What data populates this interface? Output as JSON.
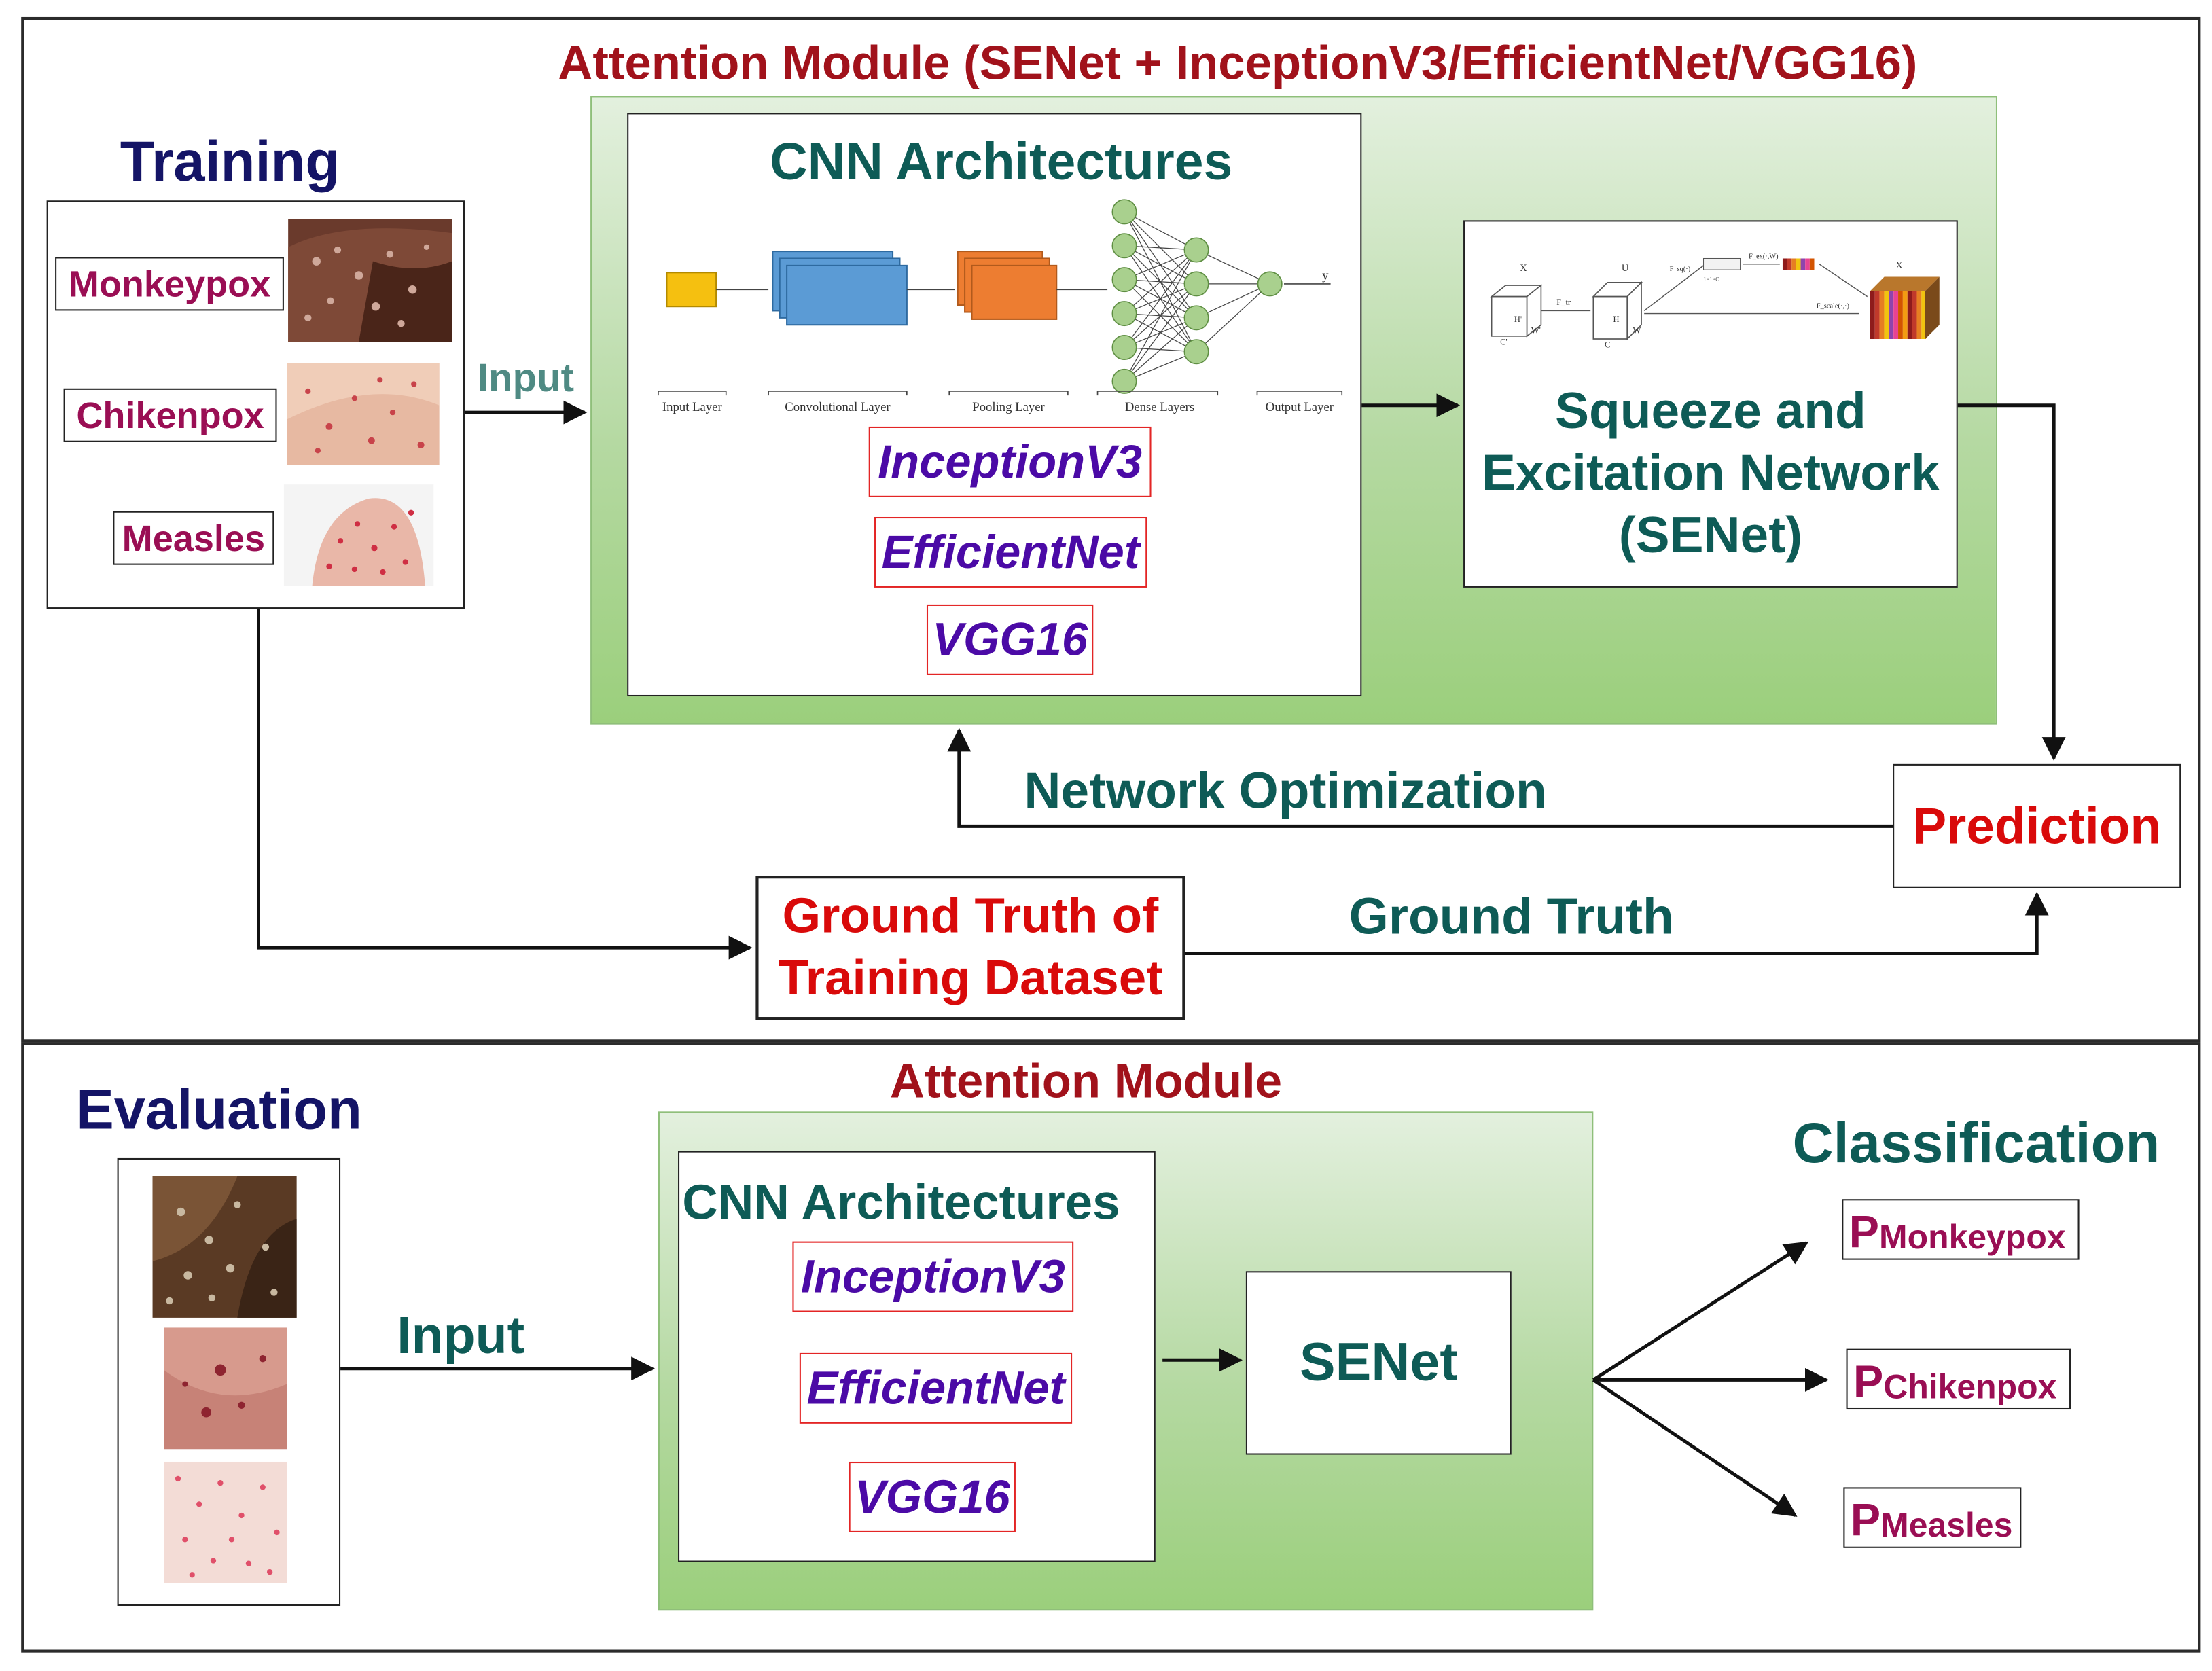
{
  "training": {
    "section_title": "Training",
    "attention_title": "Attention Module (SENet + InceptionV3/EfficientNet/VGG16)",
    "dataset_labels": [
      "Monkeypox",
      "Chikenpox",
      "Measles"
    ],
    "input_label": "Input",
    "cnn_title": "CNN Architectures",
    "cnn_layer_labels": [
      "Input Layer",
      "Convolutional Layer",
      "Pooling Layer",
      "Dense Layers",
      "Output Layer"
    ],
    "output_symbol": "y",
    "models": [
      "InceptionV3",
      "EfficientNet",
      "VGG16"
    ],
    "senet_fig_labels": [
      "X",
      "U",
      "X",
      "H'",
      "W'",
      "C'",
      "H",
      "W",
      "C",
      "F_tr",
      "F_sq(·)",
      "1×1×C",
      "F_ex(·,W)",
      "F_scale(·,·)"
    ],
    "senet_title_lines": [
      "Squeeze and",
      "Excitation Network",
      "(SENet)"
    ],
    "network_optimization": "Network Optimization",
    "prediction": "Prediction",
    "ground_truth_box_lines": [
      "Ground Truth of",
      "Training Dataset"
    ],
    "ground_truth_arrow": "Ground Truth"
  },
  "evaluation": {
    "section_title": "Evaluation",
    "attention_title": "Attention Module",
    "input_label": "Input",
    "cnn_title": "CNN Architectures",
    "models": [
      "InceptionV3",
      "EfficientNet",
      "VGG16"
    ],
    "senet": "SENet",
    "classification_title": "Classification",
    "outputs": [
      {
        "p": "P",
        "sub": "Monkeypox"
      },
      {
        "p": "P",
        "sub": "Chikenpox"
      },
      {
        "p": "P",
        "sub": "Measles"
      }
    ]
  },
  "colors": {
    "navy": "#141466",
    "teal": "#0e5b56",
    "dark_red": "#a1121b",
    "red": "#d90a0a",
    "purple": "#4b0aa6",
    "magenta": "#9a0e54",
    "input_layer": "#f5c010",
    "conv_layer": "#5b9bd5",
    "pool_layer": "#ed7d31",
    "dense_node": "#a9d08e"
  }
}
